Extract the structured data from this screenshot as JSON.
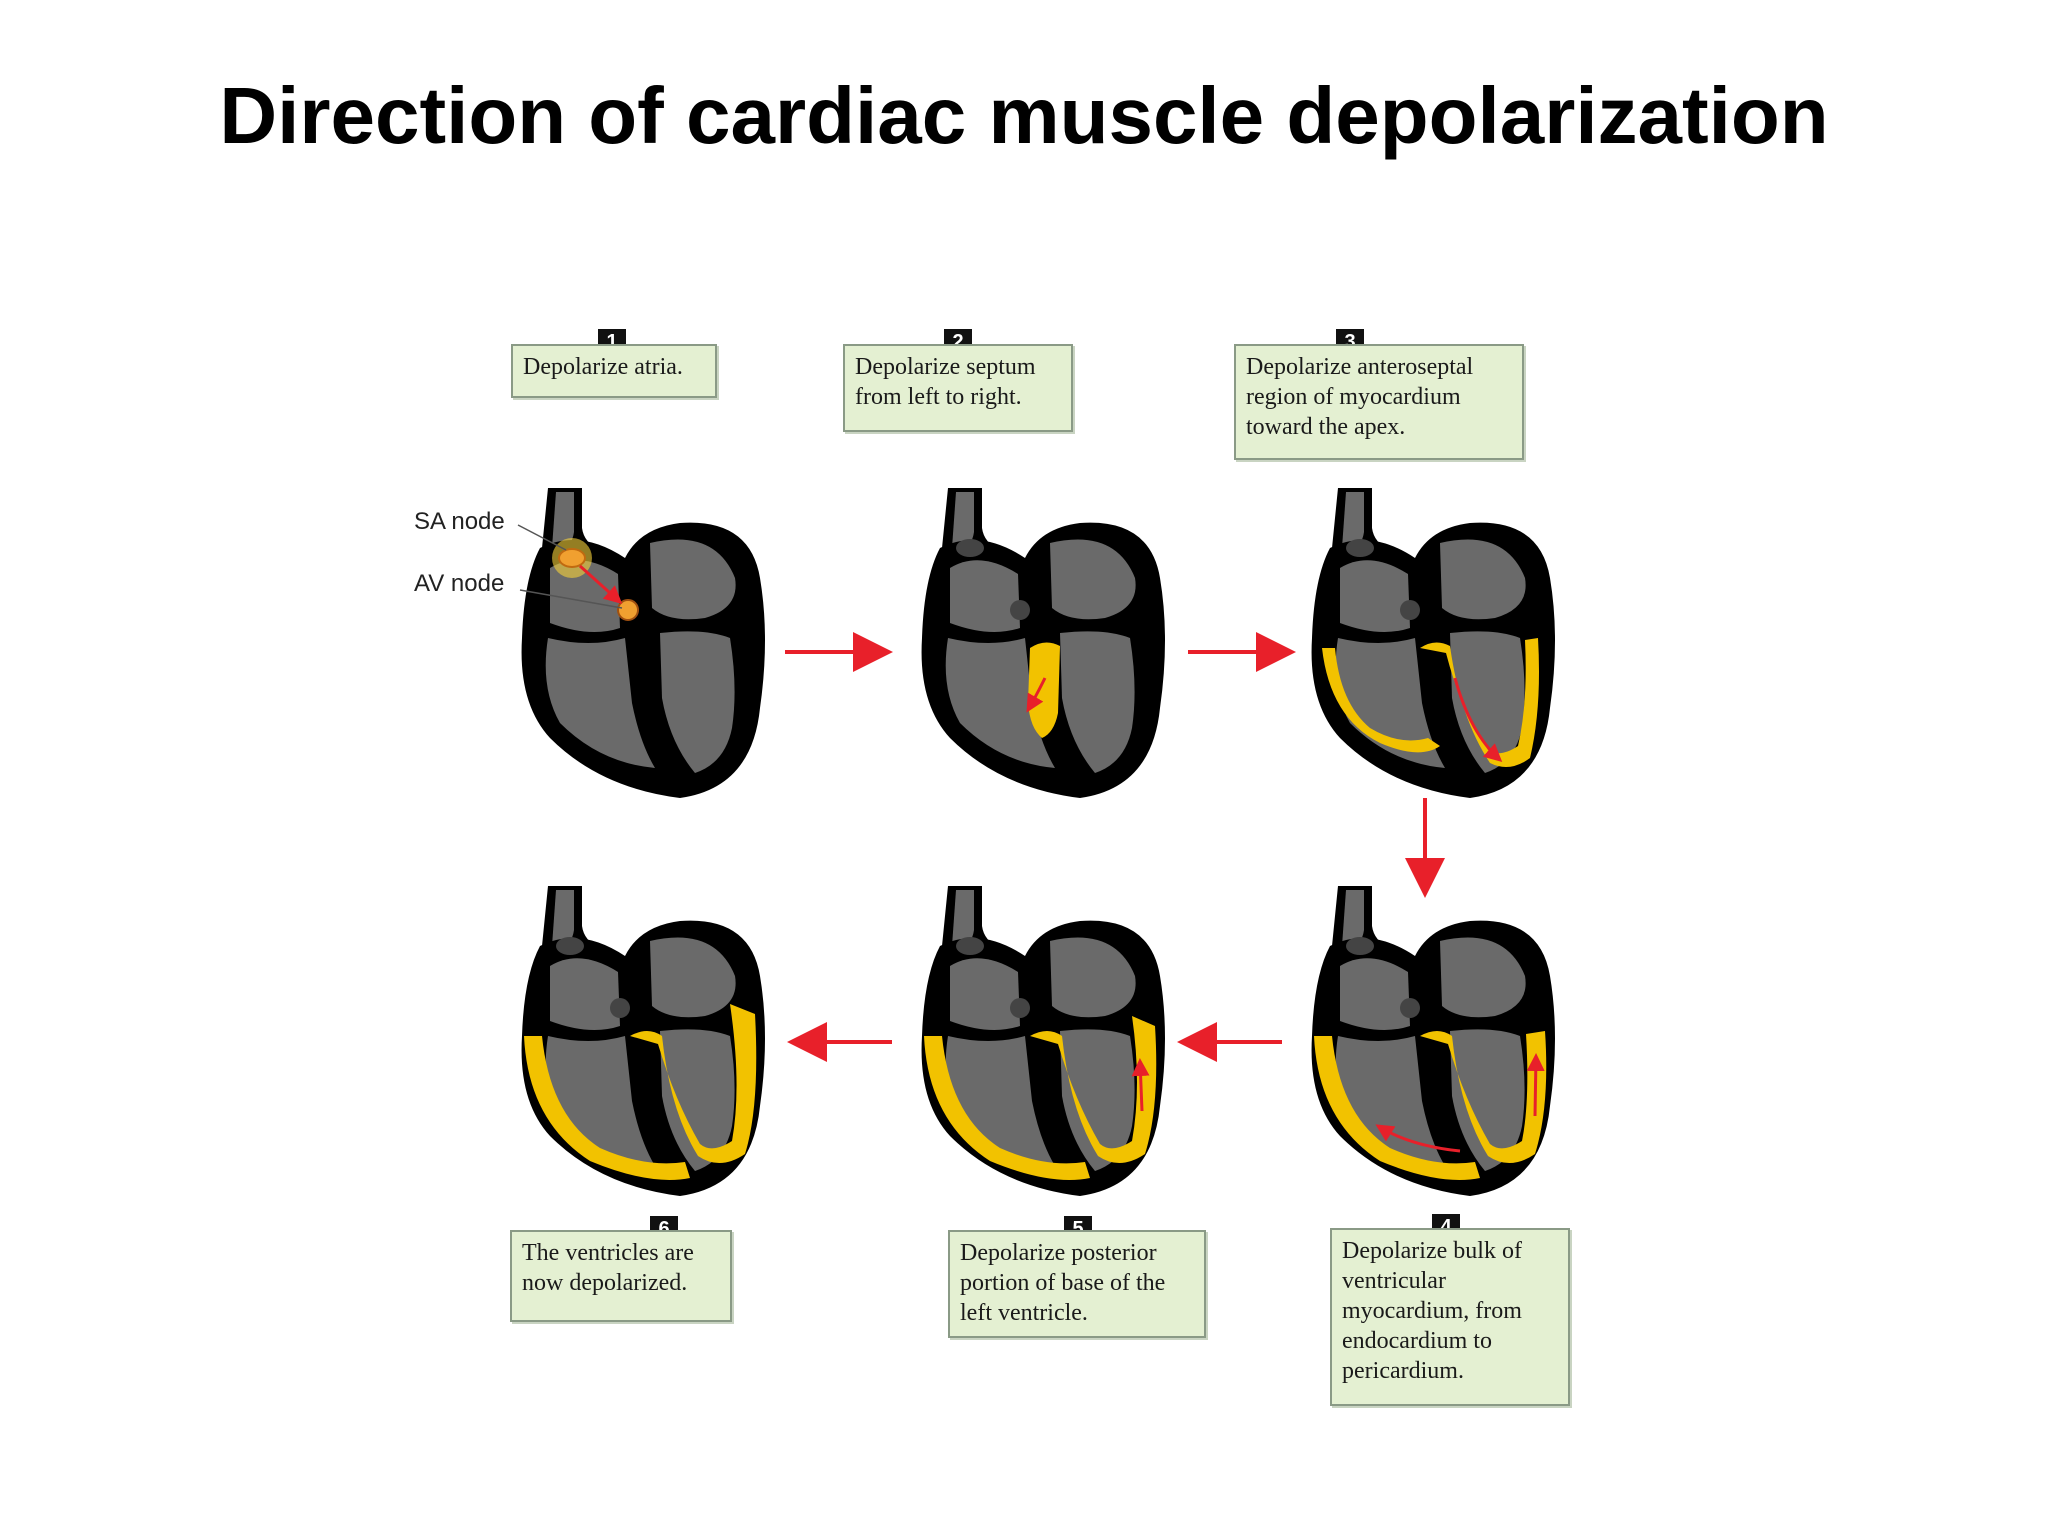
{
  "title": "Direction of cardiac muscle depolarization",
  "labels": {
    "sa_node": "SA node",
    "av_node": "AV node"
  },
  "steps": [
    {
      "number": "1",
      "text": "Depolarize atria."
    },
    {
      "number": "2",
      "text": "Depolarize septum from left to right."
    },
    {
      "number": "3",
      "text": "Depolarize anteroseptal region of myocardium toward the apex."
    },
    {
      "number": "4",
      "text": "Depolarize bulk of ventricular myocardium, from endocardium to pericardium."
    },
    {
      "number": "5",
      "text": "Depolarize posterior portion of base of the left ventricle."
    },
    {
      "number": "6",
      "text": "The ventricles are now depolarized."
    }
  ],
  "colors": {
    "heart_wall": "#000000",
    "chamber": "#6a6a6a",
    "depolarized": "#f2c200",
    "arrow": "#e8202a",
    "box_fill": "#e4f0d2",
    "box_border": "#8a9a86"
  }
}
